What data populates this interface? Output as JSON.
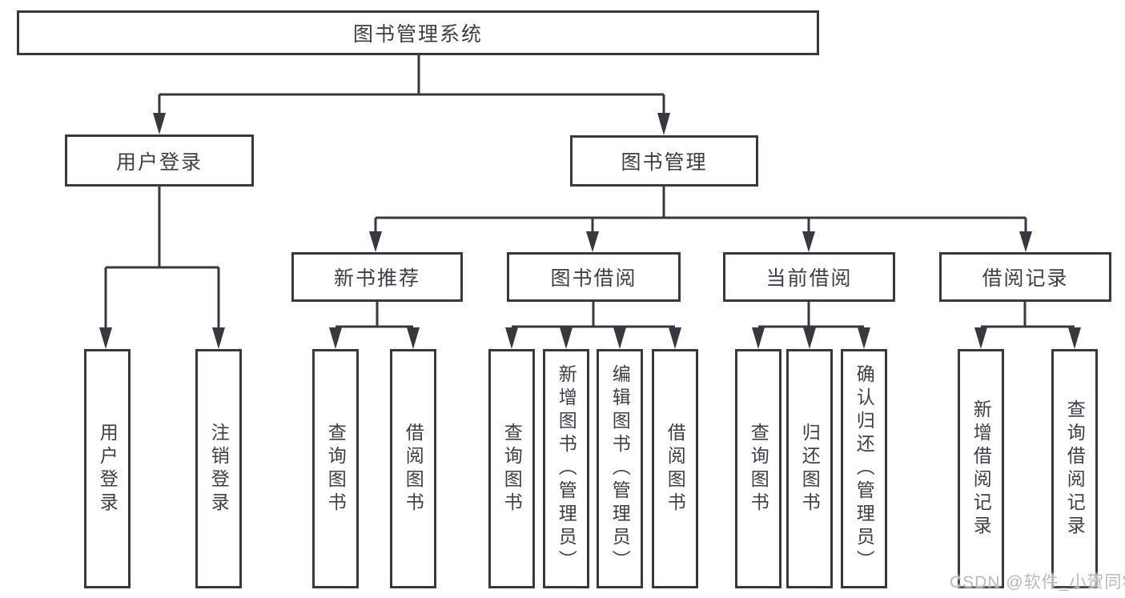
{
  "diagram": {
    "root": "图书管理系统",
    "branches": [
      {
        "label": "用户登录",
        "children": [
          "用户登录",
          "注销登录"
        ]
      },
      {
        "label": "图书管理",
        "sections": [
          {
            "label": "新书推荐",
            "children": [
              "查询图书",
              "借阅图书"
            ]
          },
          {
            "label": "图书借阅",
            "children": [
              "查询图书",
              "新增图书（管理员）",
              "编辑图书（管理员）",
              "借阅图书"
            ]
          },
          {
            "label": "当前借阅",
            "children": [
              "查询图书",
              "归还图书",
              "确认归还（管理员）"
            ]
          },
          {
            "label": "借阅记录",
            "children": [
              "新增借阅记录",
              "查询借阅记录"
            ]
          }
        ]
      }
    ]
  },
  "watermark": "CSDN @软件_小贺同学",
  "colors": {
    "line": "#36393f",
    "text": "#3c4046",
    "watermark": "#b9b9b9",
    "background": "#ffffff"
  }
}
